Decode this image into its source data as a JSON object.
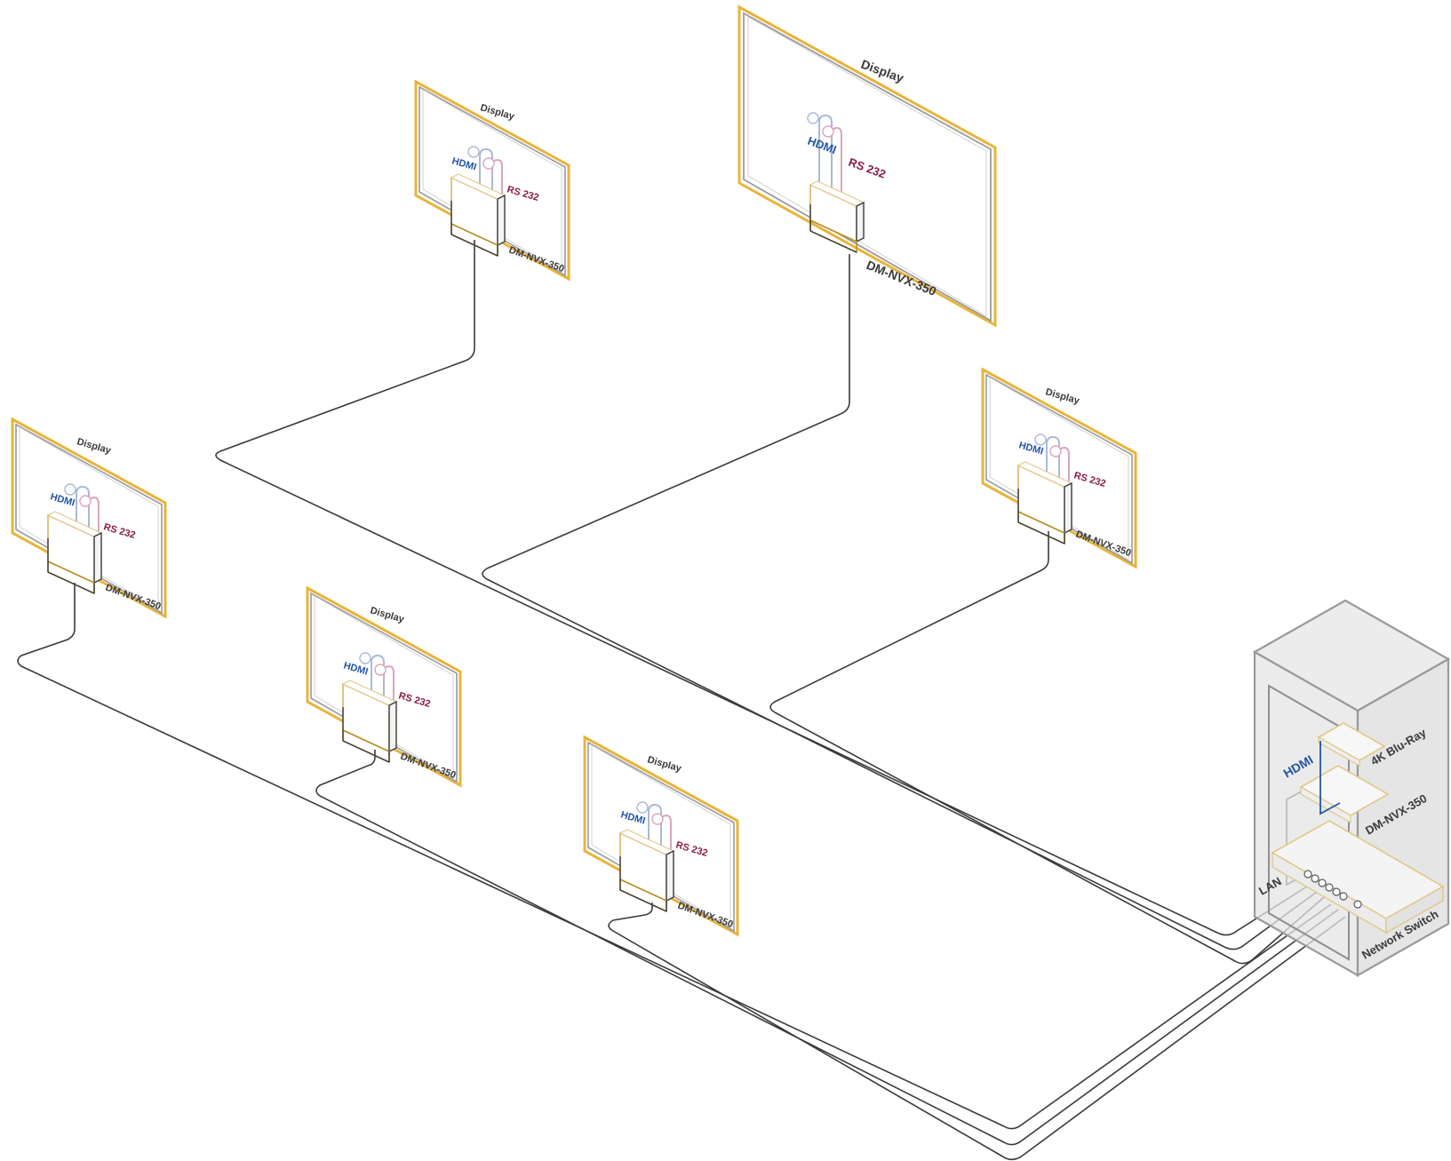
{
  "labels": {
    "display": "Display",
    "hdmi": "HDMI",
    "rs232": "RS 232",
    "endpoint": "DM-NVX-350",
    "lan": "LAN",
    "network_switch": "Network Switch",
    "rack_nvx": "DM-NVX-350",
    "blu_ray": "4K Blu-Ray"
  },
  "colors": {
    "display_frame": "#e8b43a",
    "display_frame_light": "#f3dba0",
    "display_inner": "#9a9a9a",
    "hdmi": "#2456a6",
    "rs232": "#8a1a46",
    "cable": "#3a3a3a",
    "rack": "#9a9a9a",
    "rack_fill": "#e6e6e6"
  }
}
